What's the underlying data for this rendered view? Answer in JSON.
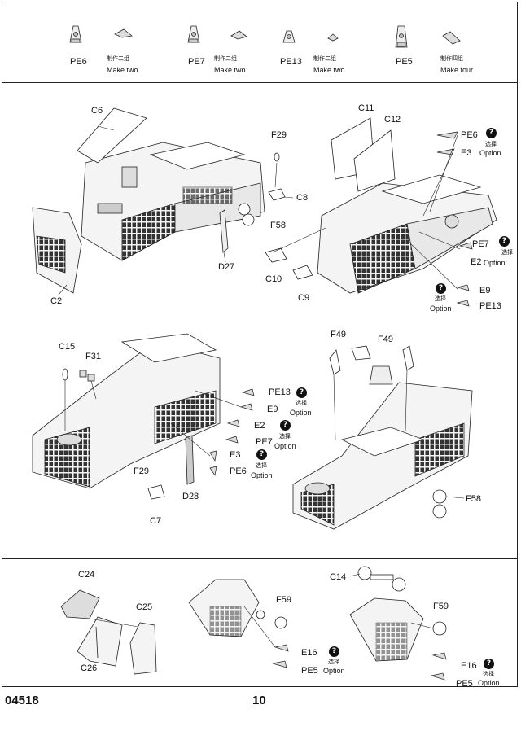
{
  "header": {
    "items": [
      {
        "code": "PE6",
        "cn": "制作二组",
        "en": "Make two"
      },
      {
        "code": "PE7",
        "cn": "制作二组",
        "en": "Make two"
      },
      {
        "code": "PE13",
        "cn": "制作二组",
        "en": "Make two"
      },
      {
        "code": "PE5",
        "cn": "制作四组",
        "en": "Make four"
      }
    ]
  },
  "option": {
    "cn": "选择",
    "en": "Option",
    "mark": "?"
  },
  "step1": {
    "labels": {
      "C6": "C6",
      "C2": "C2",
      "F29": "F29",
      "C8": "C8",
      "F58": "F58",
      "D27": "D27"
    }
  },
  "step2": {
    "labels": {
      "C11": "C11",
      "C12": "C12",
      "PE6": "PE6",
      "E3": "E3",
      "C10": "C10",
      "C9": "C9",
      "PE7": "PE7",
      "E2": "E2",
      "E9": "E9",
      "PE13": "PE13"
    }
  },
  "step3": {
    "labels": {
      "C15": "C15",
      "F31": "F31",
      "PE13": "PE13",
      "E9": "E9",
      "E2": "E2",
      "PE7": "PE7",
      "E3": "E3",
      "PE6": "PE6",
      "F29": "F29",
      "D28": "D28",
      "C7": "C7"
    }
  },
  "step4": {
    "labels": {
      "F49a": "F49",
      "F49b": "F49",
      "F58": "F58"
    }
  },
  "step5": {
    "labels": {
      "C24": "C24",
      "C25": "C25",
      "C26": "C26",
      "F59": "F59",
      "E16": "E16",
      "PE5": "PE5"
    }
  },
  "step6": {
    "labels": {
      "C14": "C14",
      "F59": "F59",
      "E16": "E16",
      "PE5": "PE5"
    }
  },
  "footer": {
    "code": "04518",
    "page": "10"
  }
}
